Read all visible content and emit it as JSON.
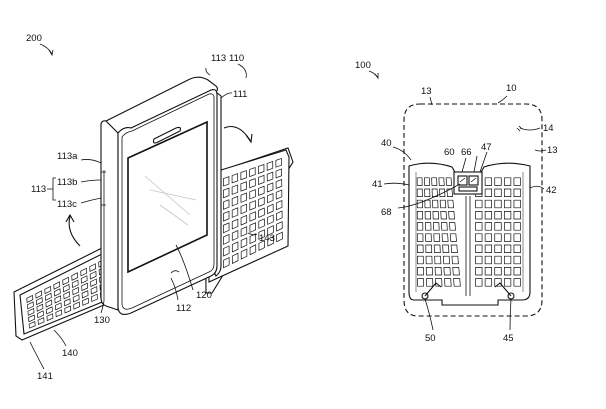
{
  "left_figure": {
    "ref": "200",
    "labels": {
      "l113": "113",
      "l110": "110",
      "l111": "111",
      "l113a": "113a",
      "l113_side": "113",
      "l113b": "113b",
      "l113c": "113c",
      "l143": "143",
      "l120": "120",
      "l112": "112",
      "l130": "130",
      "l140": "140",
      "l141": "141"
    }
  },
  "right_figure": {
    "ref": "100",
    "labels": {
      "l13_top": "13",
      "l10": "10",
      "l14": "14",
      "l13_right": "13",
      "l40": "40",
      "l60": "60",
      "l66": "66",
      "l47": "47",
      "l41": "41",
      "l42": "42",
      "l68": "68",
      "l50": "50",
      "l45": "45"
    }
  }
}
